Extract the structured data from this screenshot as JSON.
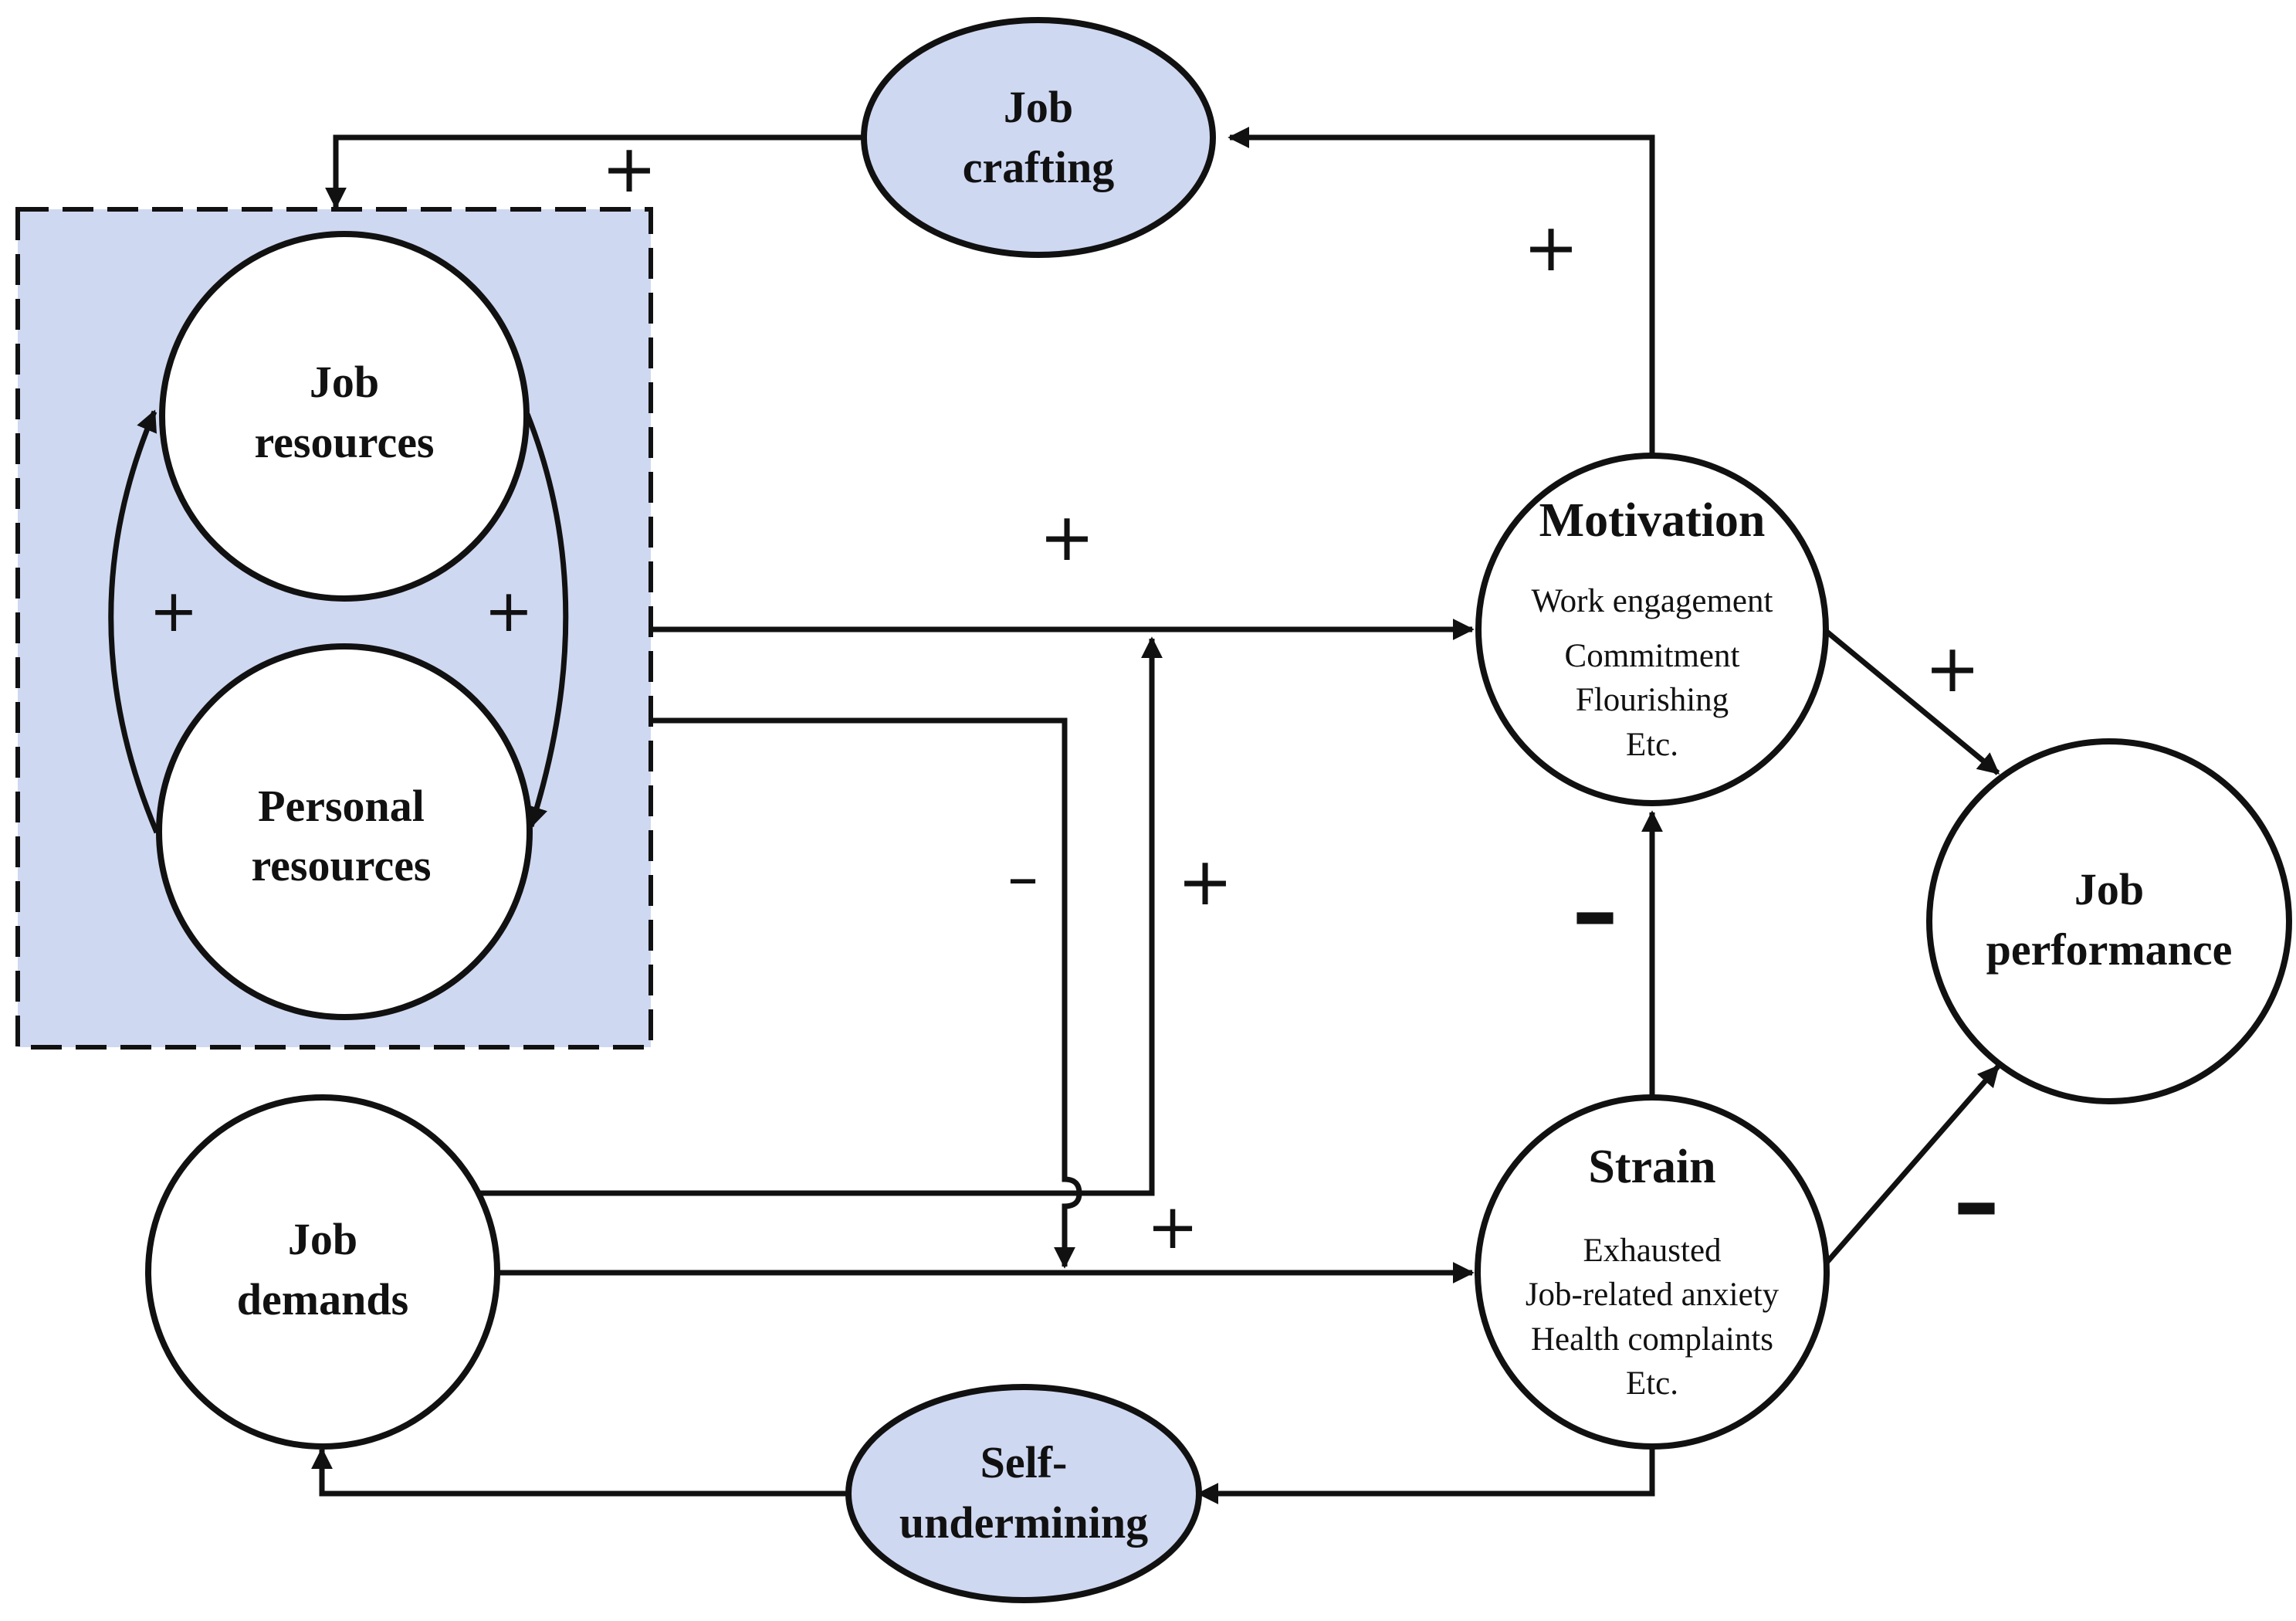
{
  "colors": {
    "fill_blue": "#cfd8f1",
    "stroke": "#111111",
    "background": "#ffffff"
  },
  "nodes": {
    "job_crafting": {
      "line1": "Job",
      "line2": "crafting"
    },
    "job_resources": {
      "line1": "Job",
      "line2": "resources"
    },
    "personal_resources": {
      "line1": "Personal",
      "line2": "resources"
    },
    "job_demands": {
      "line1": "Job",
      "line2": "demands"
    },
    "self_undermining": {
      "line1": "Self-",
      "line2": "undermining"
    },
    "motivation": {
      "title": "Motivation",
      "items": [
        "Work engagement",
        "Commitment",
        "Flourishing",
        "Etc."
      ]
    },
    "strain": {
      "title": "Strain",
      "items": [
        "Exhausted",
        "Job-related anxiety",
        "Health complaints",
        "Etc."
      ]
    },
    "job_performance": {
      "line1": "Job",
      "line2": "performance"
    }
  },
  "signs": {
    "crafting_to_resources": "+",
    "motivation_to_crafting": "+",
    "jobres_to_personal": "+",
    "personal_to_jobres": "+",
    "resources_to_motivation": "+",
    "resources_to_strain": "–",
    "demands_to_motivation": "+",
    "demands_to_strain": "+",
    "strain_to_motivation": "–",
    "motivation_to_performance": "+",
    "strain_to_performance": "–"
  }
}
